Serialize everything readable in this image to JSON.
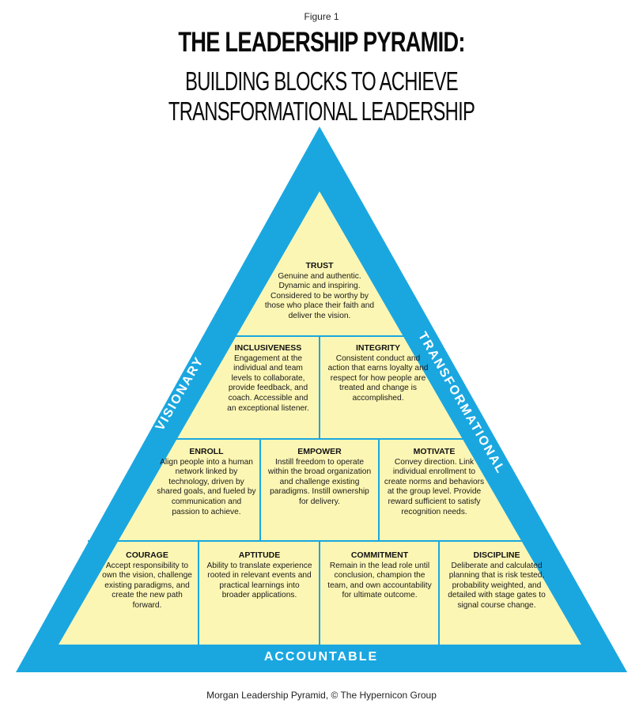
{
  "figure_label": "Figure 1",
  "title": "THE LEADERSHIP PYRAMID:",
  "subtitle": "BUILDING BLOCKS TO ACHIEVE TRANSFORMATIONAL LEADERSHIP",
  "sides": {
    "left": "VISIONARY",
    "right": "TRANSFORMATIONAL",
    "bottom": "ACCOUNTABLE"
  },
  "colors": {
    "border": "#1aa7e0",
    "fill": "#fcf6b4",
    "lines": "#1aa7e0",
    "text": "#111111"
  },
  "blocks": {
    "trust": {
      "title": "TRUST",
      "desc": "Genuine and authentic. Dynamic and inspiring. Considered to be worthy by those who place their faith and deliver the vision."
    },
    "inclusiveness": {
      "title": "INCLUSIVENESS",
      "desc": "Engagement at the individual and team levels to collaborate, provide feedback, and coach. Accessible and an exceptional listener."
    },
    "integrity": {
      "title": "INTEGRITY",
      "desc": "Consistent conduct and action that earns loyalty and respect for how people are treated and change is accomplished."
    },
    "enroll": {
      "title": "ENROLL",
      "desc": "Align people into a human network linked by technology, driven by shared goals, and fueled by communication and passion to achieve."
    },
    "empower": {
      "title": "EMPOWER",
      "desc": "Instill freedom to operate within the broad organization and challenge existing paradigms. Instill ownership for delivery."
    },
    "motivate": {
      "title": "MOTIVATE",
      "desc": "Convey direction. Link individual enrollment to create norms and behaviors at the group level. Provide reward sufficient to satisfy recognition needs."
    },
    "courage": {
      "title": "COURAGE",
      "desc": "Accept responsibility to own the vision, challenge existing paradigms, and create the new path forward."
    },
    "aptitude": {
      "title": "APTITUDE",
      "desc": "Ability to translate experience rooted in relevant events and practical learnings into broader applications."
    },
    "commitment": {
      "title": "COMMITMENT",
      "desc": "Remain in the lead role until conclusion, champion the team, and own accountability for ultimate outcome."
    },
    "discipline": {
      "title": "DISCIPLINE",
      "desc": "Deliberate and calculated planning that is risk tested, probability weighted, and detailed with stage gates to signal course change."
    }
  },
  "caption": "Morgan Leadership Pyramid, © The Hypernicon Group"
}
